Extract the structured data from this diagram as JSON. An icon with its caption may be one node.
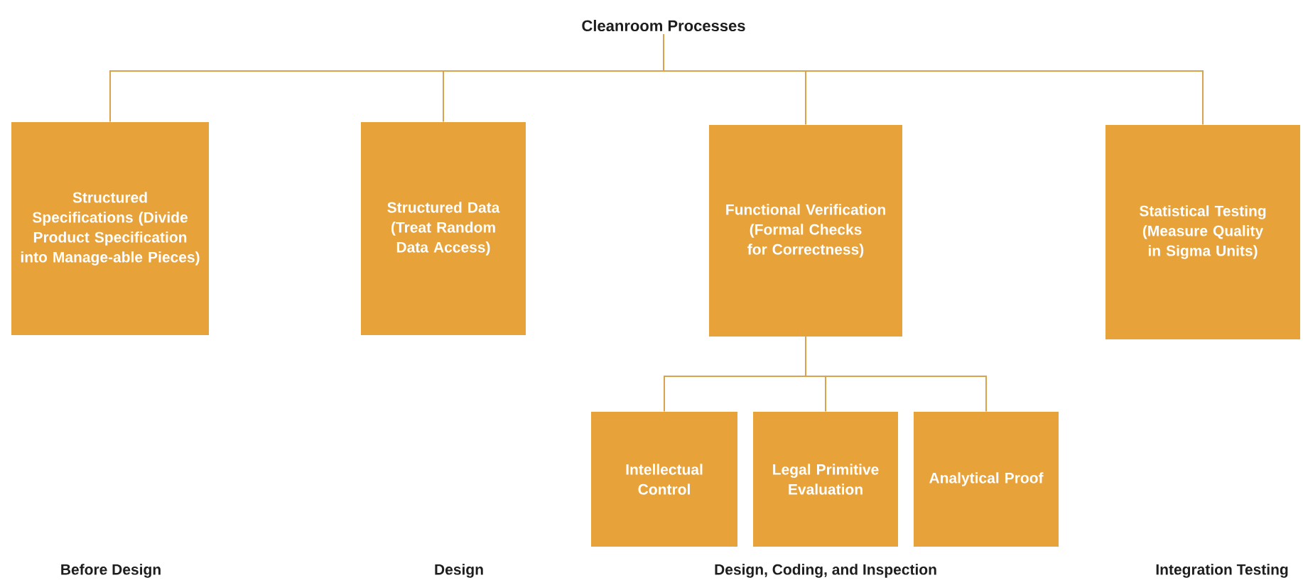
{
  "diagram": {
    "nodes": [
      {
        "text": [
          "Cleanroom Processes"
        ]
      },
      {
        "text": [
          "Structured Specifications (Divide Product Specification into Manage-able Pieces)"
        ]
      },
      {
        "text": [
          "Structured Data (Treat Random Data Access)"
        ]
      },
      {
        "text": [
          "Functional Verification (Formal Checks for Correctness)"
        ]
      },
      {
        "text": [
          "Statistical Testing (Measure Quality in Sigma Units)"
        ]
      },
      {
        "text": [
          "Intellectual Control"
        ]
      },
      {
        "text": [
          "Legal Primitive Evaluation"
        ]
      },
      {
        "text": [
          "Analytical Proof"
        ]
      }
    ],
    "edges": [
      {
        "from": 0,
        "to": 1,
        "arrow": "none"
      },
      {
        "from": 0,
        "to": 2,
        "arrow": "none"
      },
      {
        "from": 0,
        "to": 3,
        "arrow": "none"
      },
      {
        "from": 0,
        "to": 4,
        "arrow": "none"
      },
      {
        "from": 3,
        "to": 5,
        "arrow": "none"
      },
      {
        "from": 3,
        "to": 6,
        "arrow": "none"
      },
      {
        "from": 3,
        "to": 7,
        "arrow": "none"
      }
    ],
    "labels": [
      "Before Design",
      "Design",
      "Design, Coding, and Inspection",
      "Integration Testing"
    ]
  }
}
